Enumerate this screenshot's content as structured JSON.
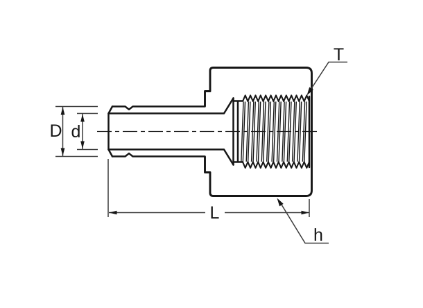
{
  "drawing": {
    "labels": {
      "outer_diameter": "D",
      "tube_diameter": "d",
      "overall_length": "L",
      "thread": "T",
      "hex": "h"
    }
  },
  "colors": {
    "object_line": "#161616",
    "dimension_line": "#3a3a3a",
    "background": "#ffffff"
  }
}
